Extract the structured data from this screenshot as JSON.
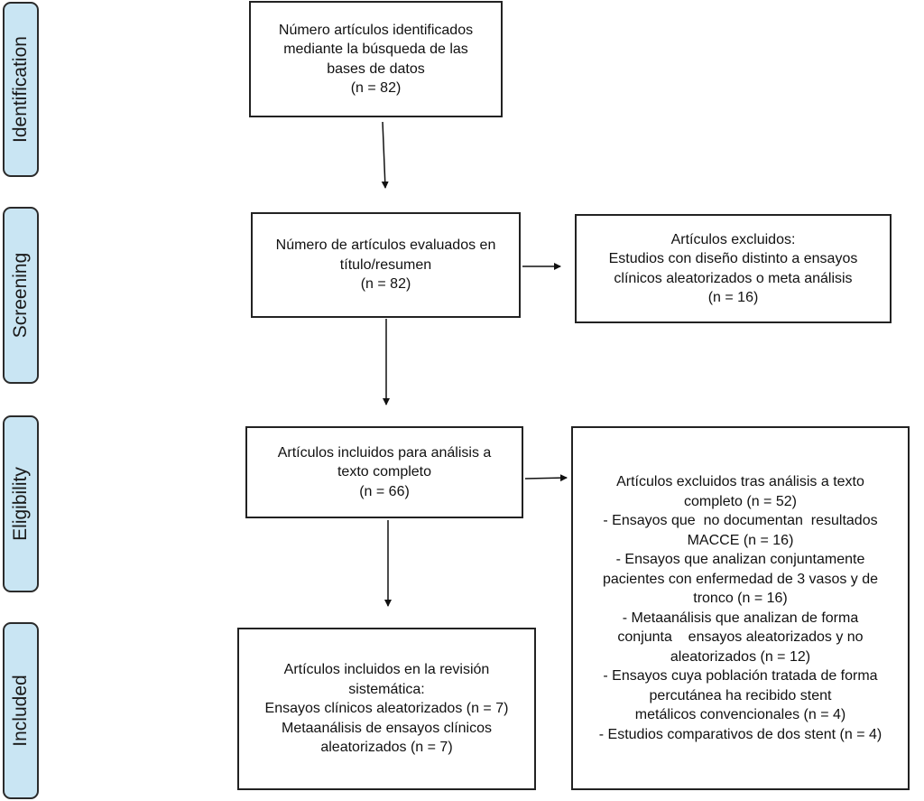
{
  "phases": {
    "identification": "Identification",
    "screening": "Screening",
    "eligibility": "Eligibility",
    "included": "Included"
  },
  "boxes": {
    "identified": {
      "lines": [
        "Número artículos identificados",
        "mediante la búsqueda de las",
        "bases de datos",
        "(n = 82)"
      ]
    },
    "screened": {
      "lines": [
        "Número de artículos evaluados en",
        "título/resumen",
        "(n = 82)"
      ]
    },
    "excluded_screening": {
      "lines": [
        "Artículos excluidos:",
        "Estudios con diseño distinto a ensayos",
        "clínicos aleatorizados o meta análisis",
        "(n = 16)"
      ]
    },
    "fulltext": {
      "lines": [
        "Artículos incluidos para análisis a",
        "texto completo",
        "(n = 66)"
      ]
    },
    "excluded_fulltext": {
      "lines": [
        "Artículos excluidos tras análisis a texto",
        "completo (n = 52)",
        "- Ensayos que  no documentan  resultados",
        "MACCE (n = 16)",
        "- Ensayos que analizan conjuntamente",
        "pacientes con enfermedad de 3 vasos y de",
        "tronco (n = 16)",
        "- Metaanálisis que analizan de forma",
        "conjunta    ensayos aleatorizados y no",
        "aleatorizados (n = 12)",
        "- Ensayos cuya población tratada de forma",
        "percutánea ha recibido stent",
        "metálicos convencionales (n = 4)",
        "- Estudios comparativos de dos stent (n = 4)"
      ]
    },
    "included": {
      "lines": [
        "Artículos incluidos en la revisión",
        "sistemática:",
        "Ensayos clínicos aleatorizados (n = 7)",
        "Metaanálisis de ensayos clínicos",
        "aleatorizados (n = 7)"
      ]
    }
  }
}
